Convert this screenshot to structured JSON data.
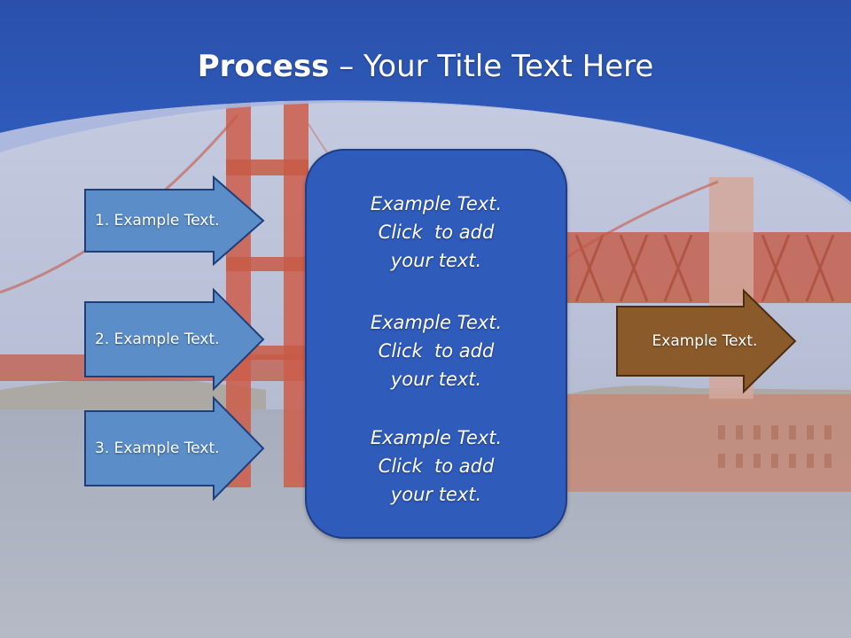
{
  "slide": {
    "title_bold": "Process",
    "title_rest": " – Your Title Text Here"
  },
  "colors": {
    "header_blue": "#2c56b5",
    "input_arrow_fill": "#5b8ec9",
    "input_arrow_stroke": "#1f3f7a",
    "center_box_fill": "#2f5bbb",
    "output_arrow_fill": "#8b5a2b",
    "output_arrow_stroke": "#4a2d10",
    "bridge_red": "#c55a45"
  },
  "inputs": [
    {
      "label": "1. Example Text."
    },
    {
      "label": "2. Example Text."
    },
    {
      "label": "3. Example Text."
    }
  ],
  "center": {
    "blocks": [
      {
        "line1": "Example Text.",
        "line2": "Click  to add",
        "line3": "your text."
      },
      {
        "line1": "Example Text.",
        "line2": "Click  to add",
        "line3": "your text."
      },
      {
        "line1": "Example Text.",
        "line2": "Click  to add",
        "line3": "your text."
      }
    ]
  },
  "output": {
    "label": "Example Text."
  }
}
